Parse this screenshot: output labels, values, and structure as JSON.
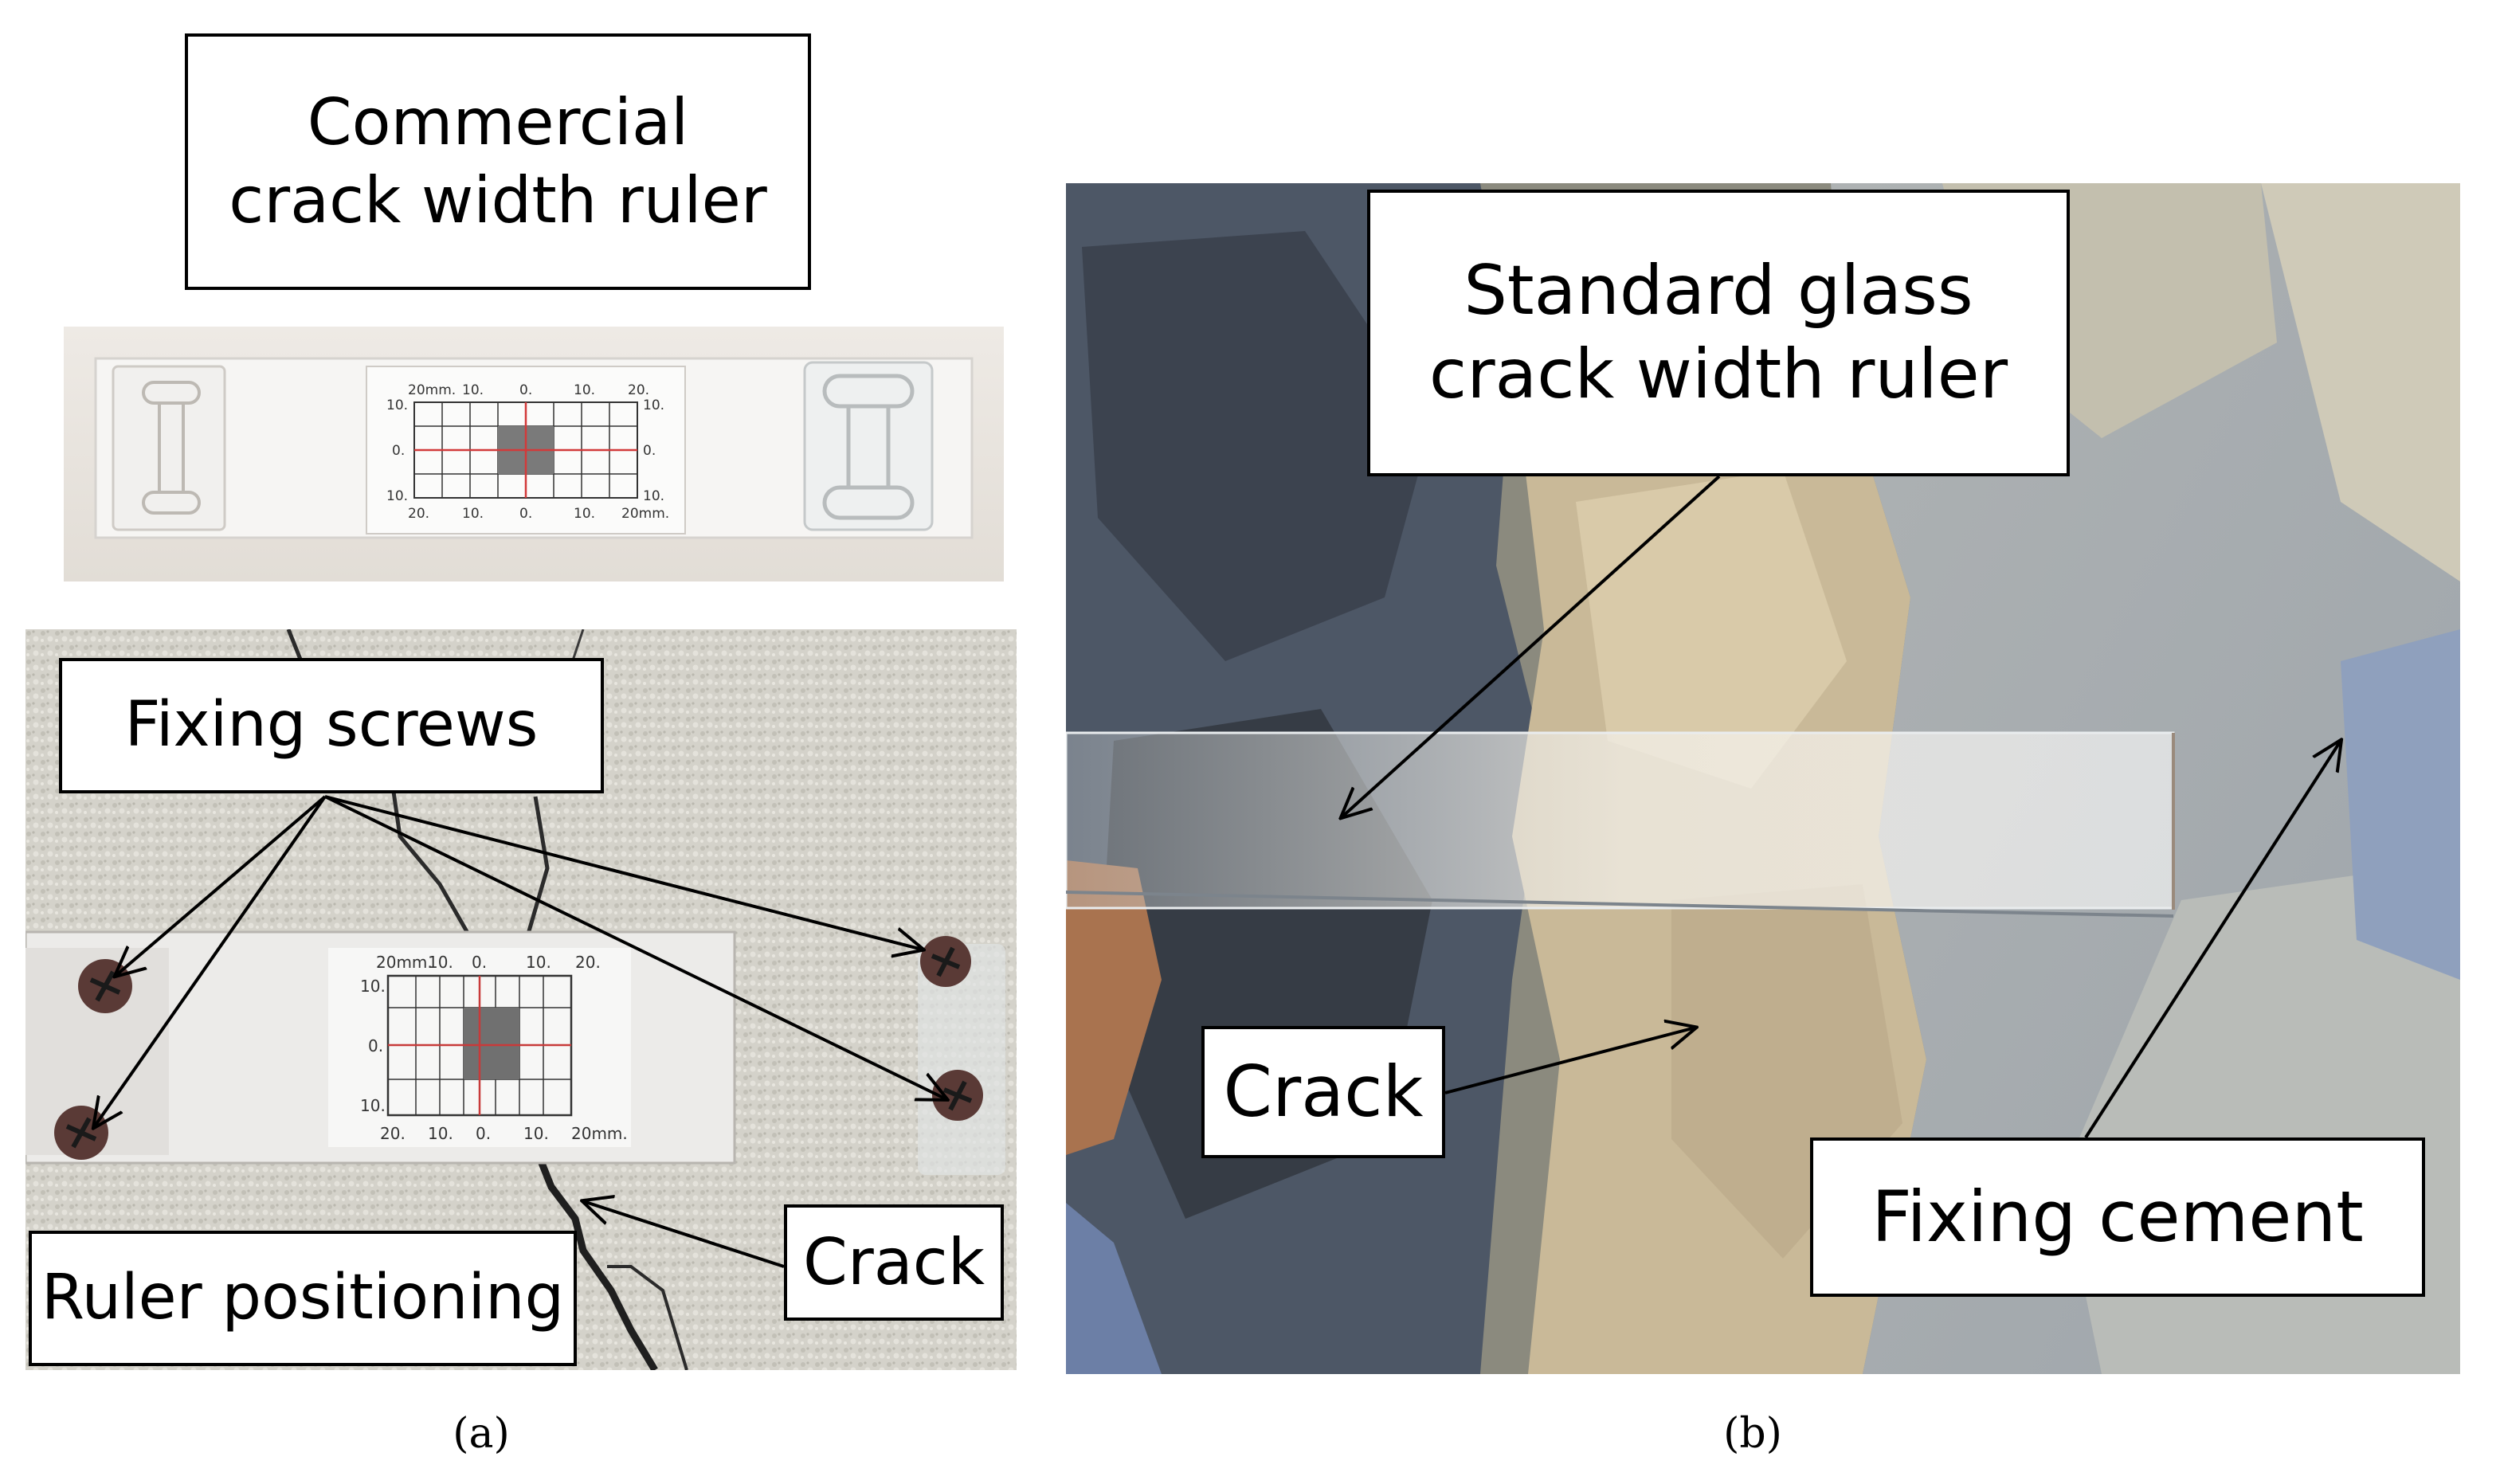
{
  "figure": {
    "panel_a": {
      "title_box": "Commercial crack width ruler",
      "ruler_scale": {
        "top": [
          "20mm.",
          "10.",
          "0.",
          "10.",
          "20."
        ],
        "side_left": [
          "10.",
          "0.",
          "10."
        ],
        "side_right": [
          "10.",
          "0.",
          "10."
        ],
        "bottom": [
          "20.",
          "10.",
          "0.",
          "10.",
          "20mm."
        ]
      },
      "labels": {
        "fixing_screws": "Fixing screws",
        "ruler_positioning": "Ruler positioning",
        "crack": "Crack"
      },
      "caption": "(a)"
    },
    "panel_b": {
      "labels": {
        "standard_glass_ruler": "Standard glass crack width ruler",
        "crack": "Crack",
        "fixing_cement": "Fixing cement"
      },
      "caption": "(b)"
    }
  }
}
